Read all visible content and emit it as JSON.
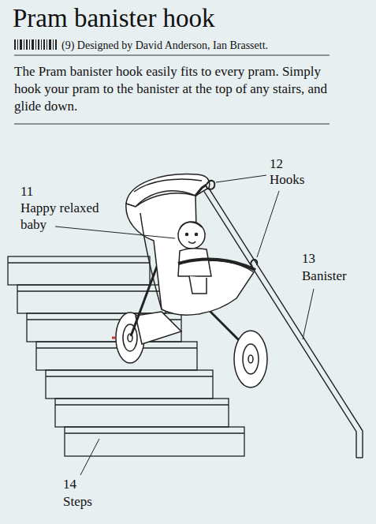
{
  "diagram": {
    "title": "Pram banister hook",
    "labels": [
      "(9) Designed by David Anderson, Ian Brassett.",
      "The Pram banister hook easily fits to every pram. Simply hook your pram to the banister at the top of any stairs, and glide down.",
      "11",
      "Happy relaxed baby",
      "12",
      "Hooks",
      "13",
      "Banister",
      "14",
      "Steps"
    ]
  }
}
